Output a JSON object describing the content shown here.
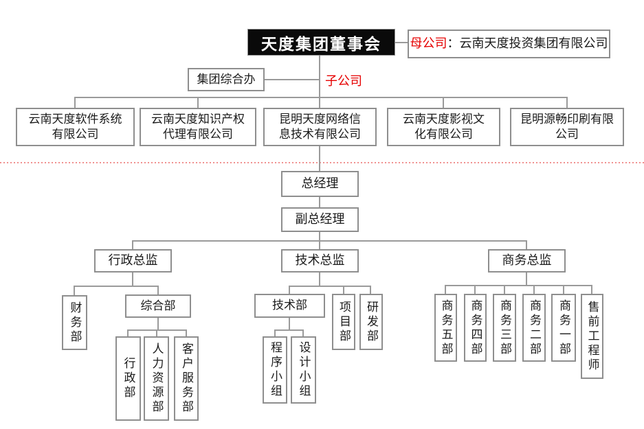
{
  "title_board": "天度集团董事会",
  "parent": {
    "label": "母公司",
    "colon": "：",
    "name": "云南天度投资集团有限公司"
  },
  "group_office": "集团综合办",
  "subsidiary_label": "子公司",
  "subsidiaries": [
    "云南天度软件系统有限公司",
    "云南天度知识产权代理有限公司",
    "昆明天度网络信息技术有限公司",
    "云南天度影视文化有限公司",
    "昆明源畅印刷有限公司"
  ],
  "management": {
    "gm": "总经理",
    "dgm": "副总经理"
  },
  "admin": {
    "director": "行政总监",
    "finance": "财务部",
    "general": "综合部",
    "children": [
      "行政部",
      "人力资源部",
      "客户服务部"
    ]
  },
  "tech": {
    "director": "技术总监",
    "dept": "技术部",
    "project": "项目部",
    "rd": "研发部",
    "teams": [
      "程序小组",
      "设计小组"
    ]
  },
  "biz": {
    "director": "商务总监",
    "units": [
      "商务五部",
      "商务四部",
      "商务三部",
      "商务二部",
      "商务一部",
      "售前工程师"
    ]
  },
  "colors": {
    "red": "#e60000",
    "line_gray": "#9a9a9a",
    "box_border": "#8e8e8e",
    "dotted_pink": "#f0908f",
    "title_bg": "#0a0a0a",
    "title_fg": "#ffffff"
  }
}
